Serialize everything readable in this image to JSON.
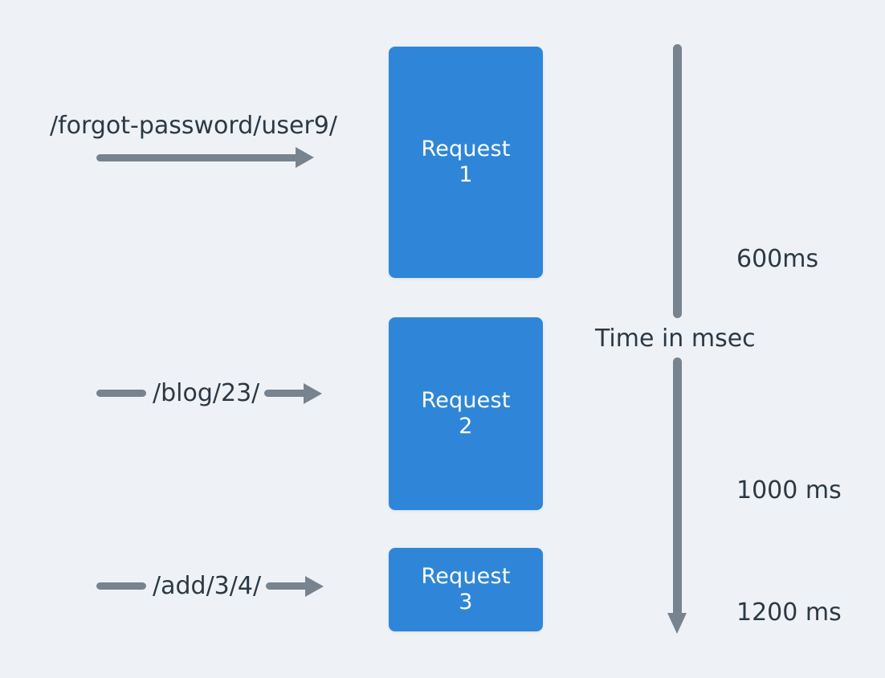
{
  "diagram": {
    "background_color": "#eef2f6",
    "accent_color": "#2f86d8",
    "line_color": "#77838f",
    "text_color": "#2b3945",
    "requests": [
      {
        "path": "/forgot-password/user9/",
        "box_title": "Request",
        "box_number": "1"
      },
      {
        "path": "/blog/23/",
        "box_title": "Request",
        "box_number": "2"
      },
      {
        "path": "/add/3/4/",
        "box_title": "Request",
        "box_number": "3"
      }
    ],
    "timeline": {
      "title": "Time in msec",
      "ticks": [
        {
          "label": "600ms"
        },
        {
          "label": "1000 ms"
        },
        {
          "label": "1200 ms"
        }
      ]
    }
  }
}
